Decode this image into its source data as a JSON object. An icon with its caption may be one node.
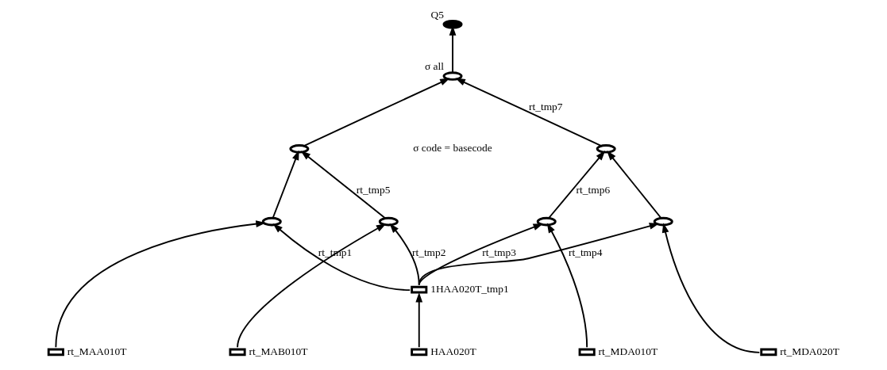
{
  "diagram": {
    "nodes": [
      {
        "text": [],
        "shape": "ellipse",
        "beside": [
          "Q5"
        ]
      },
      {
        "text": [],
        "shape": "ellipse",
        "beside": [
          "σ all"
        ]
      },
      {
        "text": [],
        "shape": "ellipse"
      },
      {
        "text": [],
        "shape": "ellipse"
      },
      {
        "text": [],
        "shape": "ellipse"
      },
      {
        "text": [],
        "shape": "ellipse"
      },
      {
        "text": [],
        "shape": "ellipse"
      },
      {
        "text": [],
        "shape": "ellipse"
      },
      {
        "text": [],
        "shape": "box",
        "beside": [
          "1HAA020T_tmp1"
        ]
      },
      {
        "text": [],
        "shape": "box",
        "beside": [
          "rt_MAA010T"
        ]
      },
      {
        "text": [],
        "shape": "box",
        "beside": [
          "rt_MAB010T"
        ]
      },
      {
        "text": [],
        "shape": "box",
        "beside": [
          "HAA020T"
        ]
      },
      {
        "text": [],
        "shape": "box",
        "beside": [
          "rt_MDA010T"
        ]
      },
      {
        "text": [],
        "shape": "box",
        "beside": [
          "rt_MDA020T"
        ]
      }
    ],
    "edges": [
      {
        "from": 9,
        "to": 4,
        "arrow": "to"
      },
      {
        "from": 8,
        "to": 4,
        "arrow": "to",
        "label": "rt_tmp1"
      },
      {
        "from": 10,
        "to": 5,
        "arrow": "to"
      },
      {
        "from": 8,
        "to": 5,
        "arrow": "to",
        "label": "rt_tmp2"
      },
      {
        "from": 11,
        "to": 8,
        "arrow": "to"
      },
      {
        "from": 8,
        "to": 6,
        "arrow": "to",
        "label": "rt_tmp3"
      },
      {
        "from": 8,
        "to": 7,
        "arrow": "to",
        "label": "rt_tmp4"
      },
      {
        "from": 12,
        "to": 6,
        "arrow": "to"
      },
      {
        "from": 13,
        "to": 7,
        "arrow": "to"
      },
      {
        "from": 4,
        "to": 2,
        "arrow": "to"
      },
      {
        "from": 5,
        "to": 2,
        "arrow": "to",
        "label": "rt_tmp5"
      },
      {
        "from": 6,
        "to": 3,
        "arrow": "to",
        "label": "rt_tmp6"
      },
      {
        "from": 7,
        "to": 3,
        "arrow": "to"
      },
      {
        "from": 2,
        "to": 1,
        "arrow": "to"
      },
      {
        "from": 3,
        "to": 1,
        "arrow": "to",
        "label": "rt_tmp7"
      },
      {
        "from": 1,
        "to": 0,
        "arrow": "to"
      }
    ],
    "labels": [
      "σ code = basecode"
    ]
  }
}
